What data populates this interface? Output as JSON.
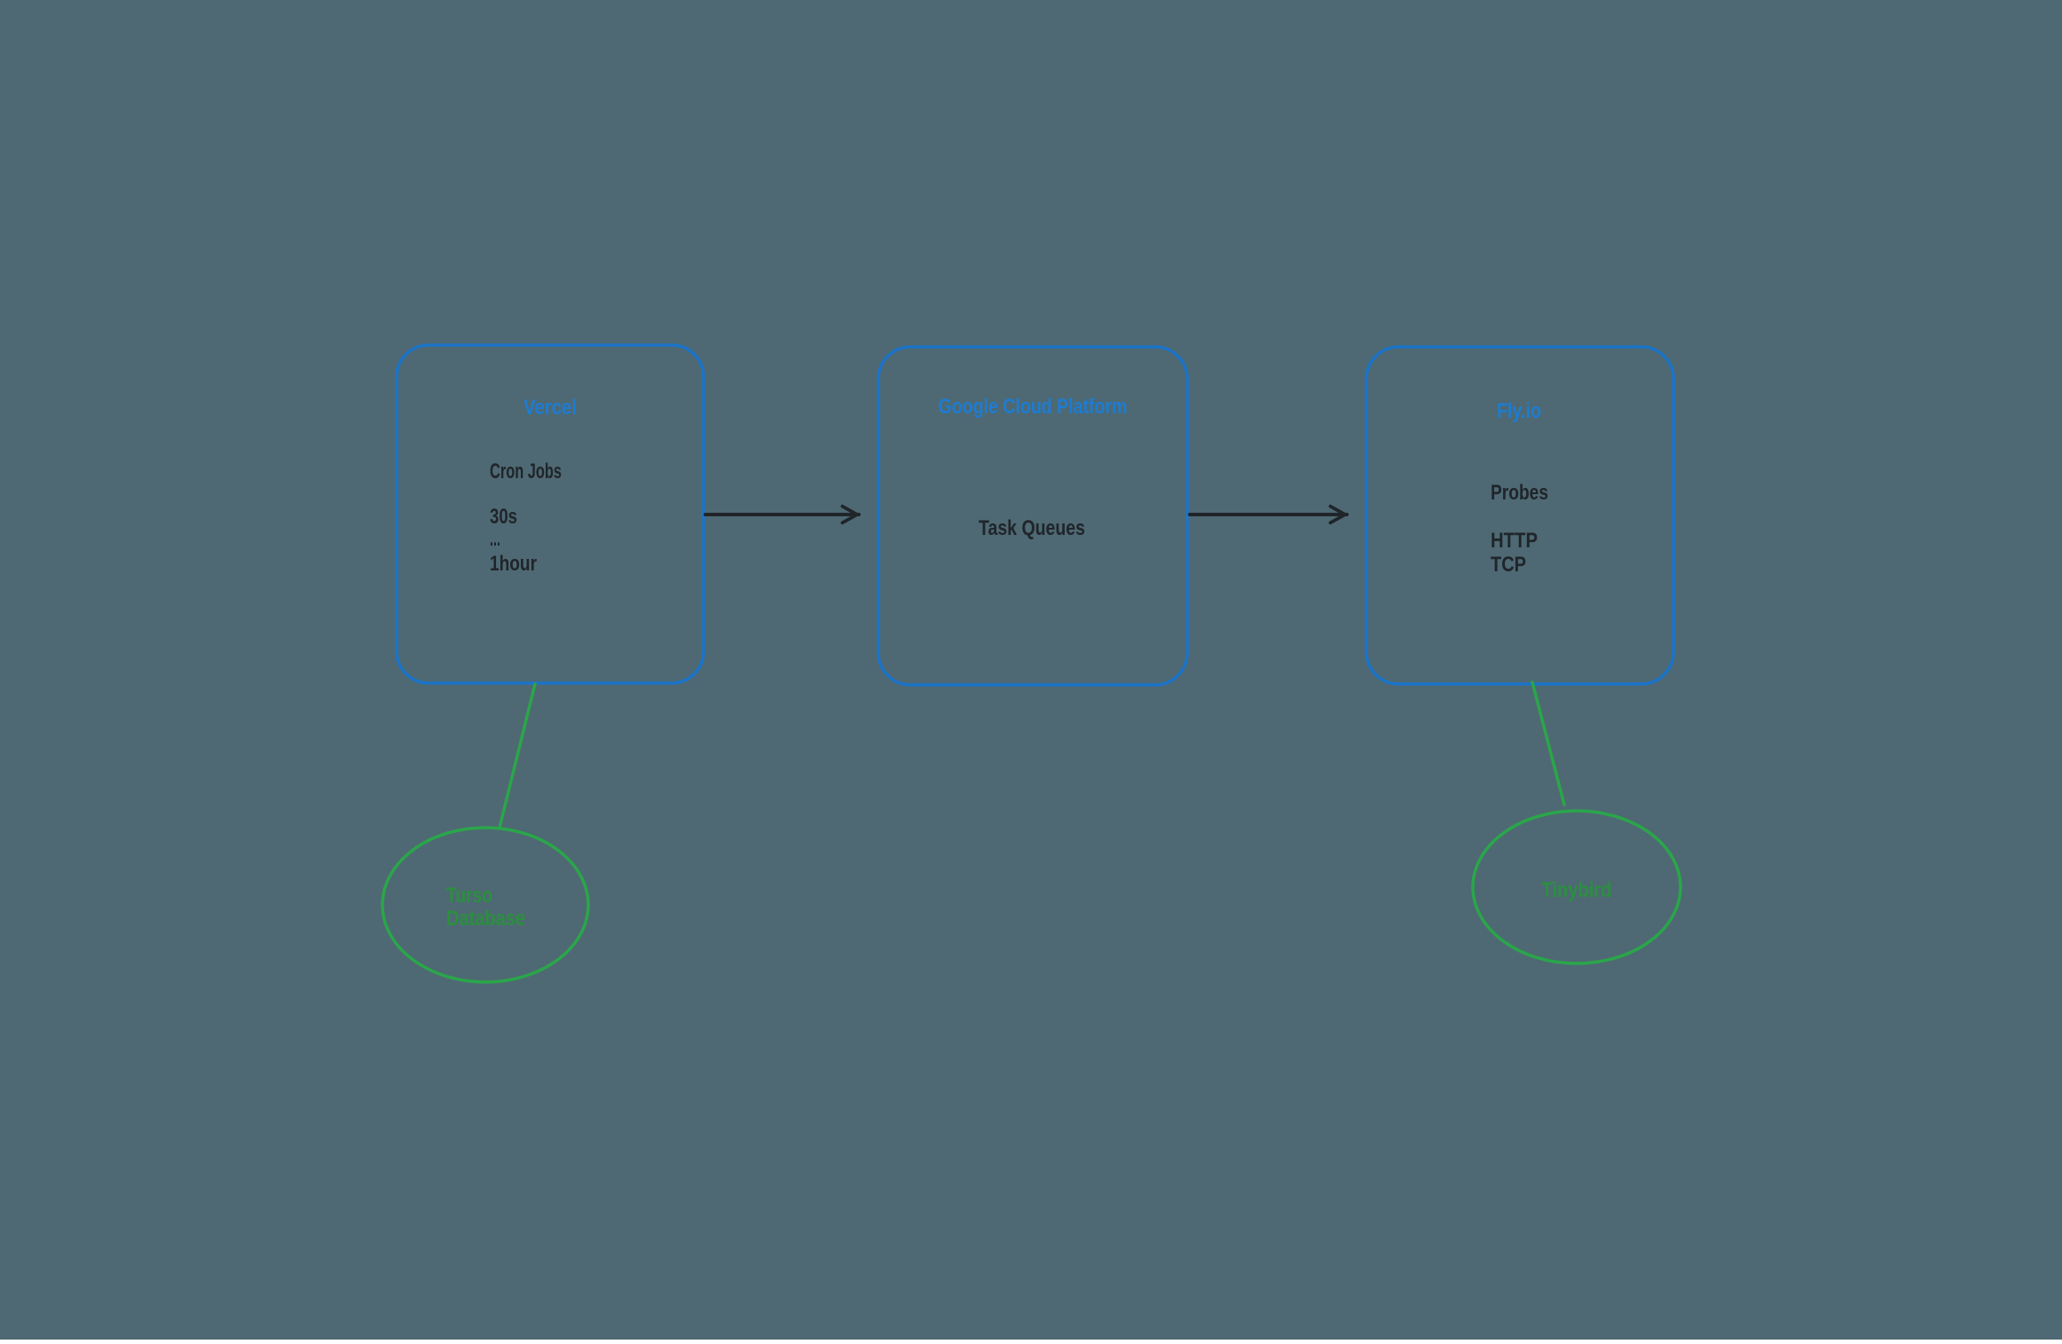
{
  "diagram": {
    "nodes": {
      "vercel": {
        "title": "Vercel",
        "line1": "Cron Jobs",
        "line2": "30s",
        "line3": "...",
        "line4": "1hour"
      },
      "gcp": {
        "title": "Google Cloud Platform",
        "line1": "Task Queues"
      },
      "fly": {
        "title": "Fly.io",
        "line1": "Probes",
        "line2": "HTTP",
        "line3": "TCP"
      },
      "turso": {
        "line1": "Turso",
        "line2": "Database"
      },
      "tinybird": {
        "label": "Tinybird"
      }
    },
    "connections": [
      {
        "from": "Vercel",
        "to": "Google Cloud Platform",
        "style": "black-arrow"
      },
      {
        "from": "Google Cloud Platform",
        "to": "Fly.io",
        "style": "black-arrow"
      },
      {
        "from": "Vercel",
        "to": "Turso Database",
        "style": "green-line"
      },
      {
        "from": "Fly.io",
        "to": "Tinybird",
        "style": "green-line"
      }
    ]
  },
  "colors": {
    "background": "#4e6973",
    "blue_stroke": "#1b74c9",
    "blue_title": "#1d7cd2",
    "green_stroke": "#2aa64a",
    "green_text": "#2b8f3f",
    "dark": "#20252a"
  }
}
